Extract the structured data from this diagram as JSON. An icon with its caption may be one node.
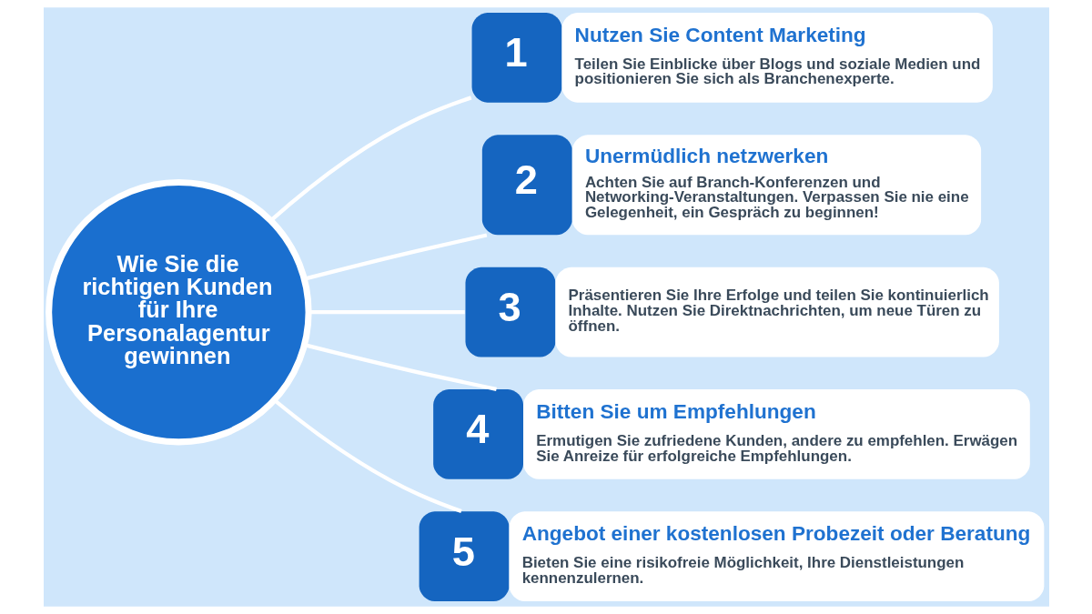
{
  "diagram": {
    "nodes": [
      {
        "text": [
          "Wie Sie die richtigen Kunden für Ihre Personalagentur gewinnen"
        ]
      },
      {
        "text": [
          "1",
          "Nutzen Sie Content Marketing",
          "Teilen Sie Einblicke über Blogs und soziale Medien und positionieren Sie sich als Branchenexperte."
        ]
      },
      {
        "text": [
          "2",
          "Unermüdlich netzwerken",
          "Achten Sie auf Branch-Konferenzen und Networking-Veranstaltungen. Verpassen Sie nie eine Gelegenheit, ein Gespräch zu beginnen!"
        ]
      },
      {
        "text": [
          "3",
          "Präsentieren Sie Ihre Erfolge und teilen Sie kontinuierlich Inhalte. Nutzen Sie Direktnachrichten, um neue Türen zu öffnen."
        ]
      },
      {
        "text": [
          "4",
          "Bitten Sie um Empfehlungen",
          "Ermutigen Sie zufriedene Kunden, andere zu empfehlen. Erwägen Sie Anreize für erfolgreiche Empfehlungen."
        ]
      },
      {
        "text": [
          "5",
          "Angebot einer kostenlosen Probezeit oder Beratung",
          "Bieten Sie eine risikofreie Möglichkeit, Ihre Dienstleistungen kennenzulernen."
        ]
      }
    ],
    "edges": [
      {
        "from": 0,
        "to": 1,
        "arrow": "none"
      },
      {
        "from": 0,
        "to": 2,
        "arrow": "none"
      },
      {
        "from": 0,
        "to": 3,
        "arrow": "none"
      },
      {
        "from": 0,
        "to": 4,
        "arrow": "none"
      },
      {
        "from": 0,
        "to": 5,
        "arrow": "none"
      }
    ]
  }
}
